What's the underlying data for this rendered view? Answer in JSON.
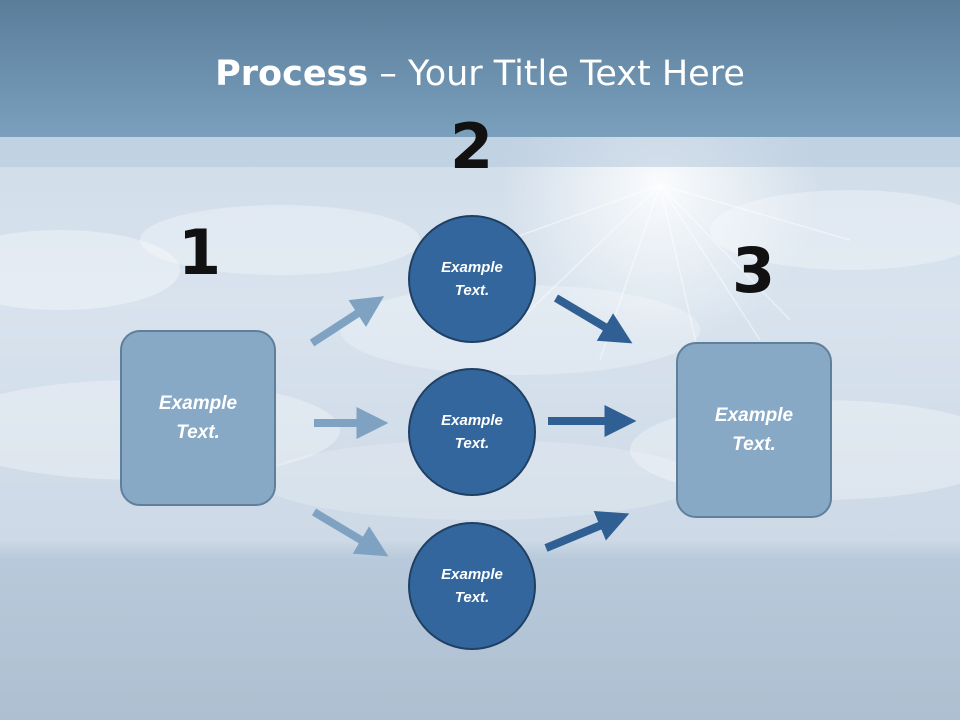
{
  "title": {
    "strong": "Process",
    "rest": " – Your Title Text Here"
  },
  "steps": {
    "one": "1",
    "two": "2",
    "three": "3"
  },
  "left_box": {
    "line1": "Example",
    "line2": "Text."
  },
  "right_box": {
    "line1": "Example",
    "line2": "Text."
  },
  "circles": [
    {
      "line1": "Example",
      "line2": "Text."
    },
    {
      "line1": "Example",
      "line2": "Text."
    },
    {
      "line1": "Example",
      "line2": "Text."
    }
  ],
  "colors": {
    "box_fill": "#87a9c6",
    "circle_fill": "#33669c",
    "arrow_light": "#7fa2c2",
    "arrow_dark": "#2f5f93"
  }
}
